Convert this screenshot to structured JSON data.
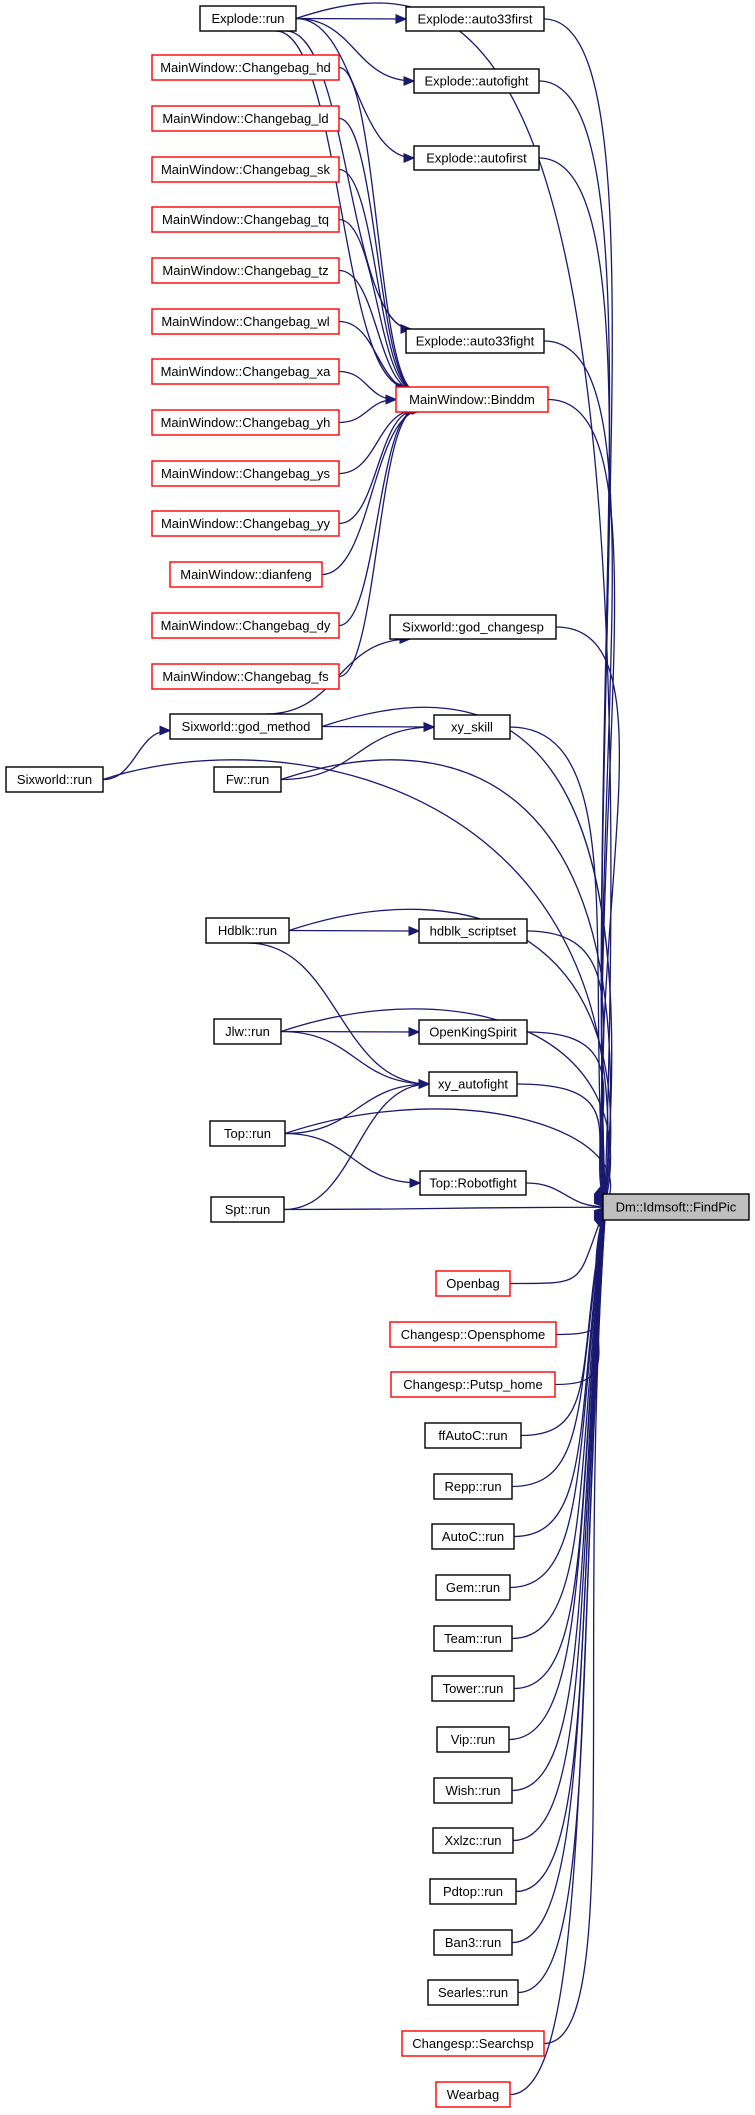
{
  "diagram": {
    "type": "caller-graph",
    "nodes": [
      {
        "id": "explode_run",
        "label": "Explode::run",
        "style": "black"
      },
      {
        "id": "explode_auto33first",
        "label": "Explode::auto33first",
        "style": "black"
      },
      {
        "id": "explode_autofight",
        "label": "Explode::autofight",
        "style": "black"
      },
      {
        "id": "explode_autofirst",
        "label": "Explode::autofirst",
        "style": "black"
      },
      {
        "id": "explode_auto33fight",
        "label": "Explode::auto33fight",
        "style": "black"
      },
      {
        "id": "mw_hd",
        "label": "MainWindow::Changebag_hd",
        "style": "red"
      },
      {
        "id": "mw_ld",
        "label": "MainWindow::Changebag_ld",
        "style": "red"
      },
      {
        "id": "mw_sk",
        "label": "MainWindow::Changebag_sk",
        "style": "red"
      },
      {
        "id": "mw_tq",
        "label": "MainWindow::Changebag_tq",
        "style": "red"
      },
      {
        "id": "mw_tz",
        "label": "MainWindow::Changebag_tz",
        "style": "red"
      },
      {
        "id": "mw_wl",
        "label": "MainWindow::Changebag_wl",
        "style": "red"
      },
      {
        "id": "mw_xa",
        "label": "MainWindow::Changebag_xa",
        "style": "red"
      },
      {
        "id": "mw_yh",
        "label": "MainWindow::Changebag_yh",
        "style": "red"
      },
      {
        "id": "mw_ys",
        "label": "MainWindow::Changebag_ys",
        "style": "red"
      },
      {
        "id": "mw_yy",
        "label": "MainWindow::Changebag_yy",
        "style": "red"
      },
      {
        "id": "mw_dianfeng",
        "label": "MainWindow::dianfeng",
        "style": "red"
      },
      {
        "id": "mw_dy",
        "label": "MainWindow::Changebag_dy",
        "style": "red"
      },
      {
        "id": "mw_fs",
        "label": "MainWindow::Changebag_fs",
        "style": "red"
      },
      {
        "id": "mw_binddm",
        "label": "MainWindow::Binddm",
        "style": "red"
      },
      {
        "id": "sx_god_changesp",
        "label": "Sixworld::god_changesp",
        "style": "black"
      },
      {
        "id": "sx_god_method",
        "label": "Sixworld::god_method",
        "style": "black"
      },
      {
        "id": "xy_skill",
        "label": "xy_skill",
        "style": "black"
      },
      {
        "id": "sx_run",
        "label": "Sixworld::run",
        "style": "black"
      },
      {
        "id": "fw_run",
        "label": "Fw::run",
        "style": "black"
      },
      {
        "id": "hdblk_run",
        "label": "Hdblk::run",
        "style": "black"
      },
      {
        "id": "hdblk_scriptset",
        "label": "hdblk_scriptset",
        "style": "black"
      },
      {
        "id": "jlw_run",
        "label": "Jlw::run",
        "style": "black"
      },
      {
        "id": "openkingspirit",
        "label": "OpenKingSpirit",
        "style": "black"
      },
      {
        "id": "xy_autofight",
        "label": "xy_autofight",
        "style": "black"
      },
      {
        "id": "top_run",
        "label": "Top::run",
        "style": "black"
      },
      {
        "id": "top_robotfight",
        "label": "Top::Robotfight",
        "style": "black"
      },
      {
        "id": "spt_run",
        "label": "Spt::run",
        "style": "black"
      },
      {
        "id": "dm_findpic",
        "label": "Dm::Idmsoft::FindPic",
        "style": "root"
      },
      {
        "id": "openbag",
        "label": "Openbag",
        "style": "red"
      },
      {
        "id": "cs_opensphome",
        "label": "Changesp::Opensphome",
        "style": "red"
      },
      {
        "id": "cs_putsp_home",
        "label": "Changesp::Putsp_home",
        "style": "red"
      },
      {
        "id": "ffautoc_run",
        "label": "ffAutoC::run",
        "style": "black"
      },
      {
        "id": "repp_run",
        "label": "Repp::run",
        "style": "black"
      },
      {
        "id": "autoc_run",
        "label": "AutoC::run",
        "style": "black"
      },
      {
        "id": "gem_run",
        "label": "Gem::run",
        "style": "black"
      },
      {
        "id": "team_run",
        "label": "Team::run",
        "style": "black"
      },
      {
        "id": "tower_run",
        "label": "Tower::run",
        "style": "black"
      },
      {
        "id": "vip_run",
        "label": "Vip::run",
        "style": "black"
      },
      {
        "id": "wish_run",
        "label": "Wish::run",
        "style": "black"
      },
      {
        "id": "xxlzc_run",
        "label": "Xxlzc::run",
        "style": "black"
      },
      {
        "id": "pdtop_run",
        "label": "Pdtop::run",
        "style": "black"
      },
      {
        "id": "ban3_run",
        "label": "Ban3::run",
        "style": "black"
      },
      {
        "id": "searles_run",
        "label": "Searles::run",
        "style": "black"
      },
      {
        "id": "cs_searchsp",
        "label": "Changesp::Searchsp",
        "style": "red"
      },
      {
        "id": "wearbag",
        "label": "Wearbag",
        "style": "red"
      }
    ],
    "edges": [
      {
        "from": "explode_run",
        "to": "explode_auto33first"
      },
      {
        "from": "explode_run",
        "to": "explode_autofight"
      },
      {
        "from": "explode_run",
        "to": "explode_autofirst"
      },
      {
        "from": "explode_run",
        "to": "explode_auto33fight"
      },
      {
        "from": "explode_run",
        "to": "mw_binddm"
      },
      {
        "from": "explode_run",
        "to": "dm_findpic"
      },
      {
        "from": "explode_auto33first",
        "to": "dm_findpic"
      },
      {
        "from": "explode_autofight",
        "to": "dm_findpic"
      },
      {
        "from": "explode_autofirst",
        "to": "dm_findpic"
      },
      {
        "from": "explode_auto33fight",
        "to": "dm_findpic"
      },
      {
        "from": "mw_hd",
        "to": "mw_binddm"
      },
      {
        "from": "mw_ld",
        "to": "mw_binddm"
      },
      {
        "from": "mw_sk",
        "to": "mw_binddm"
      },
      {
        "from": "mw_tq",
        "to": "mw_binddm"
      },
      {
        "from": "mw_tz",
        "to": "mw_binddm"
      },
      {
        "from": "mw_wl",
        "to": "mw_binddm"
      },
      {
        "from": "mw_xa",
        "to": "mw_binddm"
      },
      {
        "from": "mw_yh",
        "to": "mw_binddm"
      },
      {
        "from": "mw_ys",
        "to": "mw_binddm"
      },
      {
        "from": "mw_yy",
        "to": "mw_binddm"
      },
      {
        "from": "mw_dianfeng",
        "to": "mw_binddm"
      },
      {
        "from": "mw_dy",
        "to": "mw_binddm"
      },
      {
        "from": "mw_fs",
        "to": "mw_binddm"
      },
      {
        "from": "mw_binddm",
        "to": "dm_findpic"
      },
      {
        "from": "sx_god_changesp",
        "to": "dm_findpic"
      },
      {
        "from": "sx_god_method",
        "to": "sx_god_changesp"
      },
      {
        "from": "sx_god_method",
        "to": "xy_skill"
      },
      {
        "from": "sx_god_method",
        "to": "dm_findpic"
      },
      {
        "from": "sx_run",
        "to": "sx_god_method"
      },
      {
        "from": "sx_run",
        "to": "dm_findpic"
      },
      {
        "from": "xy_skill",
        "to": "dm_findpic"
      },
      {
        "from": "fw_run",
        "to": "xy_skill"
      },
      {
        "from": "fw_run",
        "to": "dm_findpic"
      },
      {
        "from": "hdblk_run",
        "to": "hdblk_scriptset"
      },
      {
        "from": "hdblk_run",
        "to": "xy_autofight"
      },
      {
        "from": "hdblk_run",
        "to": "dm_findpic"
      },
      {
        "from": "hdblk_scriptset",
        "to": "dm_findpic"
      },
      {
        "from": "jlw_run",
        "to": "openkingspirit"
      },
      {
        "from": "jlw_run",
        "to": "xy_autofight"
      },
      {
        "from": "jlw_run",
        "to": "dm_findpic"
      },
      {
        "from": "openkingspirit",
        "to": "dm_findpic"
      },
      {
        "from": "xy_autofight",
        "to": "dm_findpic"
      },
      {
        "from": "top_run",
        "to": "xy_autofight"
      },
      {
        "from": "top_run",
        "to": "top_robotfight"
      },
      {
        "from": "top_run",
        "to": "dm_findpic"
      },
      {
        "from": "top_robotfight",
        "to": "dm_findpic"
      },
      {
        "from": "spt_run",
        "to": "xy_autofight"
      },
      {
        "from": "spt_run",
        "to": "dm_findpic"
      },
      {
        "from": "openbag",
        "to": "dm_findpic"
      },
      {
        "from": "cs_opensphome",
        "to": "dm_findpic"
      },
      {
        "from": "cs_putsp_home",
        "to": "dm_findpic"
      },
      {
        "from": "ffautoc_run",
        "to": "dm_findpic"
      },
      {
        "from": "repp_run",
        "to": "dm_findpic"
      },
      {
        "from": "autoc_run",
        "to": "dm_findpic"
      },
      {
        "from": "gem_run",
        "to": "dm_findpic"
      },
      {
        "from": "team_run",
        "to": "dm_findpic"
      },
      {
        "from": "tower_run",
        "to": "dm_findpic"
      },
      {
        "from": "vip_run",
        "to": "dm_findpic"
      },
      {
        "from": "wish_run",
        "to": "dm_findpic"
      },
      {
        "from": "xxlzc_run",
        "to": "dm_findpic"
      },
      {
        "from": "pdtop_run",
        "to": "dm_findpic"
      },
      {
        "from": "ban3_run",
        "to": "dm_findpic"
      },
      {
        "from": "searles_run",
        "to": "dm_findpic"
      },
      {
        "from": "cs_searchsp",
        "to": "dm_findpic"
      },
      {
        "from": "wearbag",
        "to": "dm_findpic"
      }
    ]
  }
}
